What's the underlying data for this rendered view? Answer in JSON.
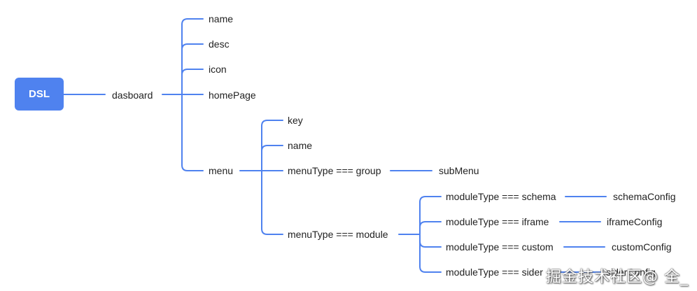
{
  "colors": {
    "accent": "#4f82ef",
    "line": "#4f82ef",
    "text": "#222222"
  },
  "root": {
    "label": "DSL"
  },
  "nodes": {
    "dasboard": "dasboard",
    "name": "name",
    "desc": "desc",
    "icon": "icon",
    "homePage": "homePage",
    "menu": "menu",
    "key": "key",
    "menu_name": "name",
    "menuType_group": "menuType === group",
    "subMenu": "subMenu",
    "menuType_module": "menuType === module",
    "moduleType_schema": "moduleType === schema",
    "schemaConfig": "schemaConfig",
    "moduleType_iframe": "moduleType === iframe",
    "iframeConfig": "iframeConfig",
    "moduleType_custom": "moduleType === custom",
    "customConfig": "customConfig",
    "moduleType_sider": "moduleType === sider",
    "siderConfig": "siderConfig"
  },
  "watermark": "掘金技术社区@ 全_"
}
